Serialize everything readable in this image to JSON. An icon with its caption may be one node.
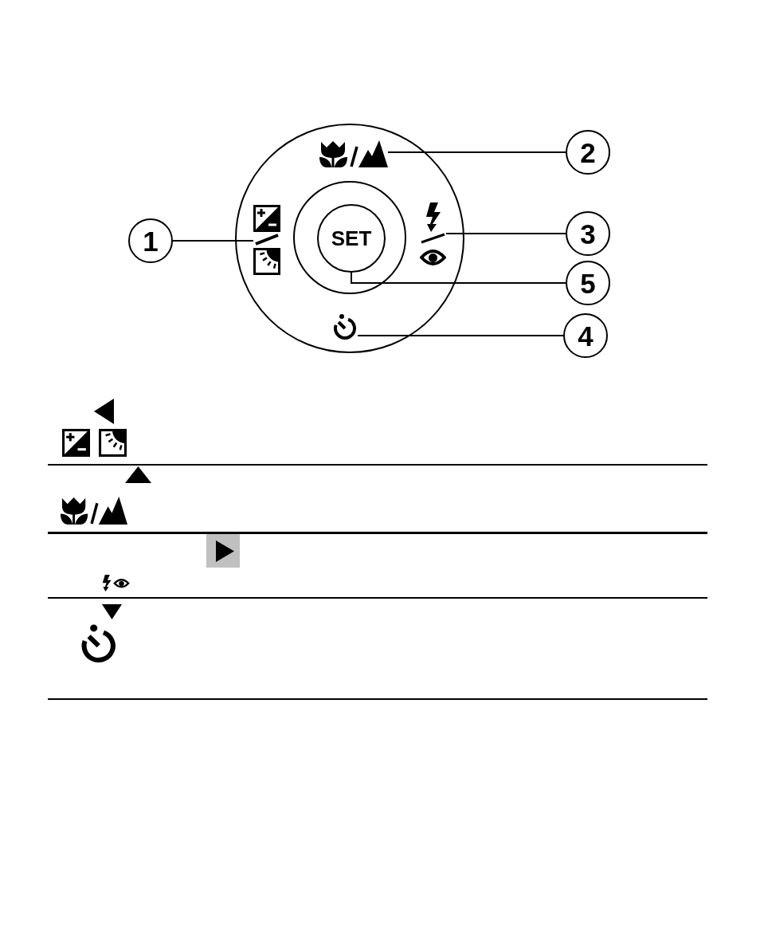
{
  "diagram": {
    "nodes": [
      {
        "text": [],
        "shape": "circle"
      },
      {
        "text": [],
        "shape": "picture",
        "in": 0
      },
      {
        "text": [
          "2"
        ]
      },
      {
        "text": [],
        "shape": "picture",
        "in": 0
      },
      {
        "text": [
          "1"
        ]
      },
      {
        "text": [],
        "shape": "circle",
        "in": 0
      },
      {
        "text": [
          "SET"
        ],
        "in": 5
      },
      {
        "text": [],
        "shape": "picture",
        "in": 0
      },
      {
        "text": [
          "3"
        ]
      },
      {
        "text": [
          "5"
        ]
      },
      {
        "text": [],
        "shape": "picture",
        "in": 0
      },
      {
        "text": [
          "4"
        ]
      }
    ],
    "edges": [
      {
        "from": 4,
        "to": 3,
        "arrow": "none"
      },
      {
        "from": 2,
        "to": 1,
        "arrow": "none"
      },
      {
        "from": 8,
        "to": 7,
        "arrow": "none"
      },
      {
        "from": 11,
        "to": 10,
        "arrow": "none"
      },
      {
        "from": 9,
        "to": 6,
        "arrow": "none"
      }
    ]
  }
}
